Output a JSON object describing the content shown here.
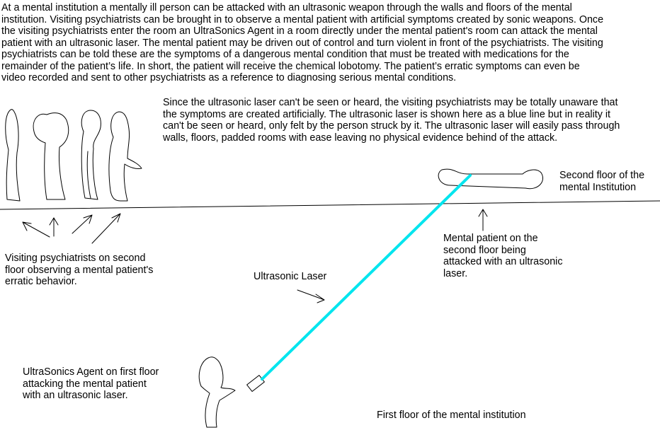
{
  "intro_text": [
    "At a mental institution a mentally ill person can be attacked with an ultrasonic weapon through the walls and floors of the mental",
    "institution. Visiting psychiatrists can be brought in to observe a mental patient with artificial symptoms created by sonic weapons. Once",
    "the visiting psychiatrists enter the room an UltraSonics Agent in a room directly under the mental patient's room can attack the mental",
    "patient with an ultrasonic laser. The mental patient may be driven out of control and turn violent in front of the psychiatrists. The visiting",
    "psychiatrists can be told these are the symptoms of a dangerous mental condition that must be treated with medications for the",
    "remainder of the patient’s life. In short, the patient will receive the chemical lobotomy. The patient’s erratic symptoms can even be",
    "video recorded and sent to other psychiatrists as a reference to diagnosing serious mental conditions."
  ],
  "laser_note": [
    "Since the ultrasonic laser can't be seen or heard, the visiting psychiatrists may be totally unaware that",
    "the symptoms are created artificially. The ultrasonic laser is shown here as a blue line but in reality it",
    "can't be seen or heard, only felt by the person struck by it. The ultrasonic laser will easily pass through",
    "walls, floors, padded rooms with ease leaving no physical evidence behind of the attack."
  ],
  "second_floor_label": [
    "Second floor of the",
    "mental Institution"
  ],
  "patient_label": [
    "Mental patient on the",
    "second floor being",
    "attacked with an ultrasonic",
    "laser."
  ],
  "psychiatrists_label": [
    "Visiting psychiatrists on second",
    "floor observing a mental patient's",
    "erratic behavior."
  ],
  "laser_label": [
    "Ultrasonic Laser"
  ],
  "agent_label": [
    "UltraSonics Agent on first floor",
    "attacking the mental patient",
    "with an ultrasonic laser."
  ],
  "first_floor_label": [
    "First floor of the mental institution"
  ],
  "colors": {
    "laser": "#00e5ee",
    "ink": "#000000",
    "background": "#ffffff"
  }
}
